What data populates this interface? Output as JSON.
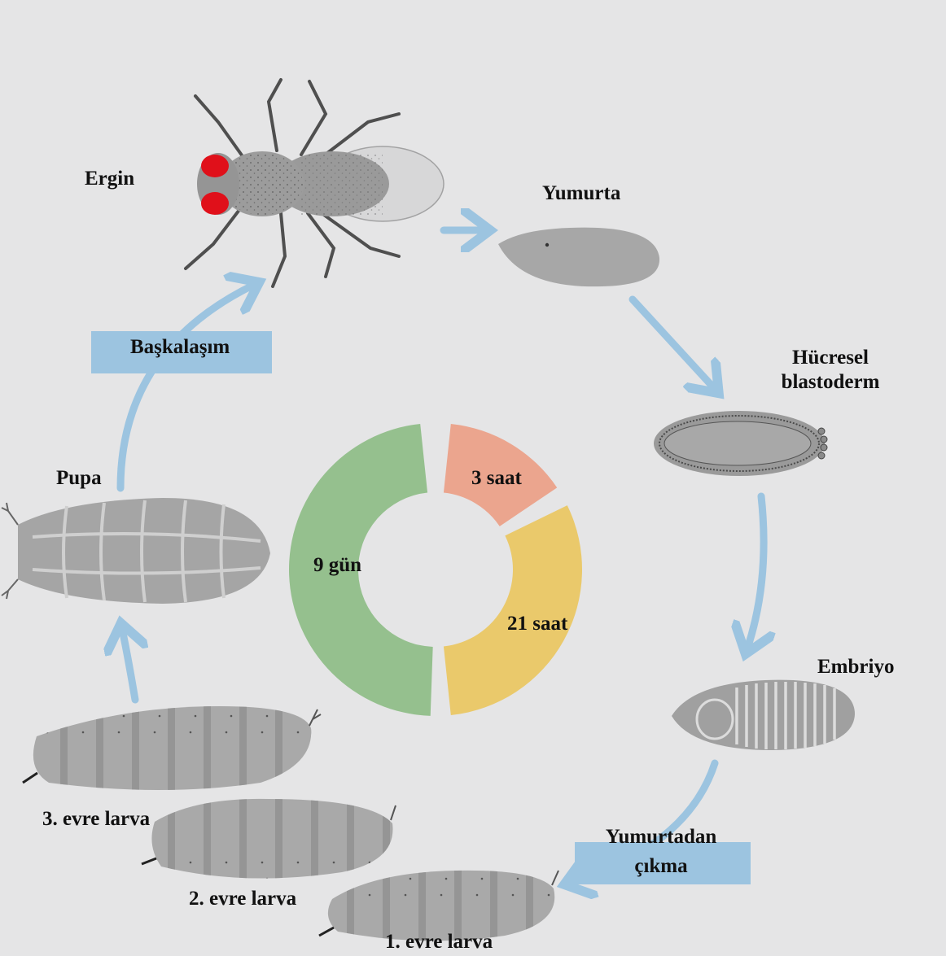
{
  "stages": {
    "adult": "Ergin",
    "egg": "Yumurta",
    "blastoderm_line1": "Hücresel",
    "blastoderm_line2": "blastoderm",
    "embryo": "Embriyo",
    "hatching_line1": "Yumurtadan",
    "hatching_line2": "çıkma",
    "larva1": "1. evre larva",
    "larva2": "2. evre larva",
    "larva3": "3. evre larva",
    "pupa": "Pupa",
    "metamorphosis": "Başkalaşım"
  },
  "durations": {
    "segment_3h": "3 saat",
    "segment_21h": "21 saat",
    "segment_9d": "9 gün"
  },
  "colors": {
    "background": "#e5e5e6",
    "arrow": "#9cc4e0",
    "box": "#9cc4e0",
    "seg_3h": "#eba58e",
    "seg_21h": "#eac96b",
    "seg_9d": "#95c08e",
    "organism": "#a7a7a7",
    "adult_eye": "#e0101a"
  }
}
